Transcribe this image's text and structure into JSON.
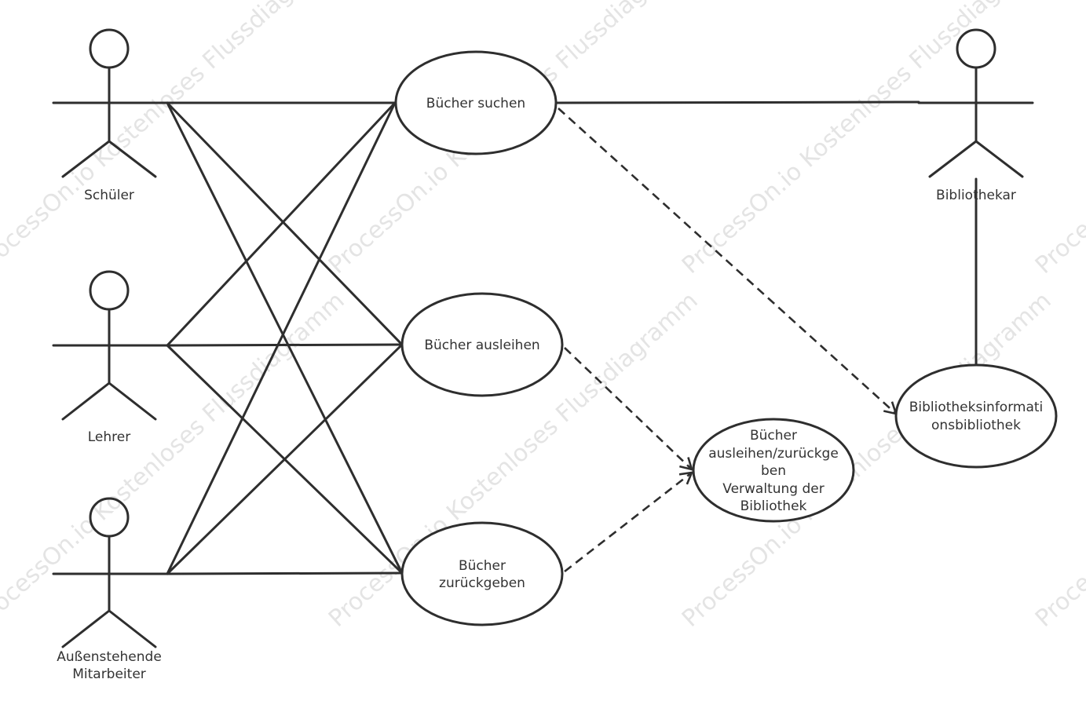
{
  "watermark": "ProcessOn.io Kostenloses Flussdiagramm",
  "actors": {
    "schueler": {
      "name": "Schüler"
    },
    "lehrer": {
      "name": "Lehrer"
    },
    "aussen": {
      "lines": [
        "Außenstehende",
        "Mitarbeiter"
      ]
    },
    "bibliothekar": {
      "name": "Bibliothekar"
    }
  },
  "usecases": {
    "suchen": {
      "lines": [
        "Bücher suchen"
      ]
    },
    "ausleihen": {
      "lines": [
        "Bücher ausleihen"
      ]
    },
    "zurueckgeben": {
      "lines": [
        "Bücher",
        "zurückgeben"
      ]
    },
    "verwaltung": {
      "lines": [
        "Bücher",
        "ausleihen/zurückge",
        "ben",
        "Verwaltung der",
        "Bibliothek"
      ]
    },
    "bibinfo": {
      "lines": [
        "Bibliotheksinformati",
        "onsbibliothek"
      ]
    }
  },
  "colors": {
    "stroke": "#2e2e2e",
    "text": "#333333",
    "watermark": "#cfcfcf"
  }
}
